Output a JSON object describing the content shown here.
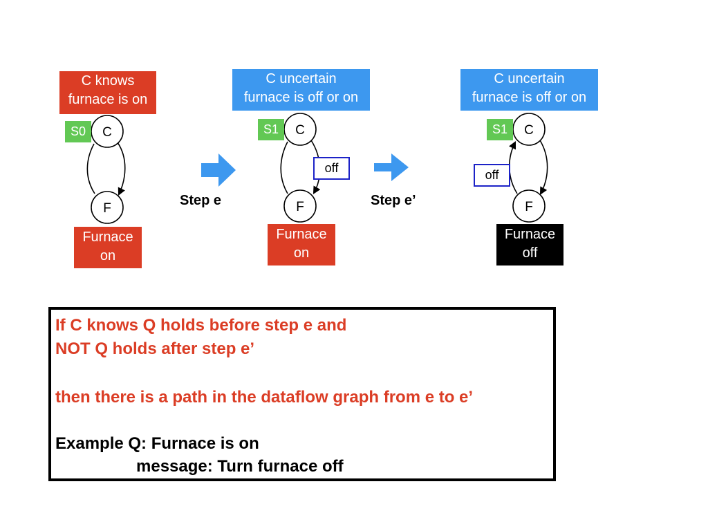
{
  "panels": [
    {
      "header_lines": [
        "C knows",
        "furnace is on"
      ],
      "header_color": "#db3d25",
      "state_tag": "S0",
      "node_c": "C",
      "node_f": "F",
      "furnace_lines": [
        "Furnace",
        "on"
      ],
      "furnace_color": "#db3d25"
    },
    {
      "header_lines": [
        "C uncertain",
        "furnace is off or on"
      ],
      "header_color": "#3d98ef",
      "state_tag": "S1",
      "node_c": "C",
      "node_f": "F",
      "message": "off",
      "furnace_lines": [
        "Furnace",
        "on"
      ],
      "furnace_color": "#db3d25"
    },
    {
      "header_lines": [
        "C uncertain",
        "furnace is off or on"
      ],
      "header_color": "#3d98ef",
      "state_tag": "S1",
      "node_c": "C",
      "node_f": "F",
      "message": "off",
      "furnace_lines": [
        "Furnace",
        "off"
      ],
      "furnace_color": "#000000"
    }
  ],
  "steps": [
    {
      "label": "Step e",
      "arrow_color": "#3d98ef"
    },
    {
      "label": "Step e’",
      "arrow_color": "#3d98ef"
    }
  ],
  "rule": {
    "condition_lines": [
      "If C knows Q holds before step e and",
      "NOT Q holds after step e’",
      "then there is a path in the dataflow graph from e to e’"
    ],
    "example_lines": [
      "Example Q: Furnace is on",
      "message: Turn furnace off"
    ],
    "condition_color": "#db3d25",
    "example_color": "#000000"
  },
  "tag_color": "#62c854",
  "message_border_color": "#1c22c7"
}
